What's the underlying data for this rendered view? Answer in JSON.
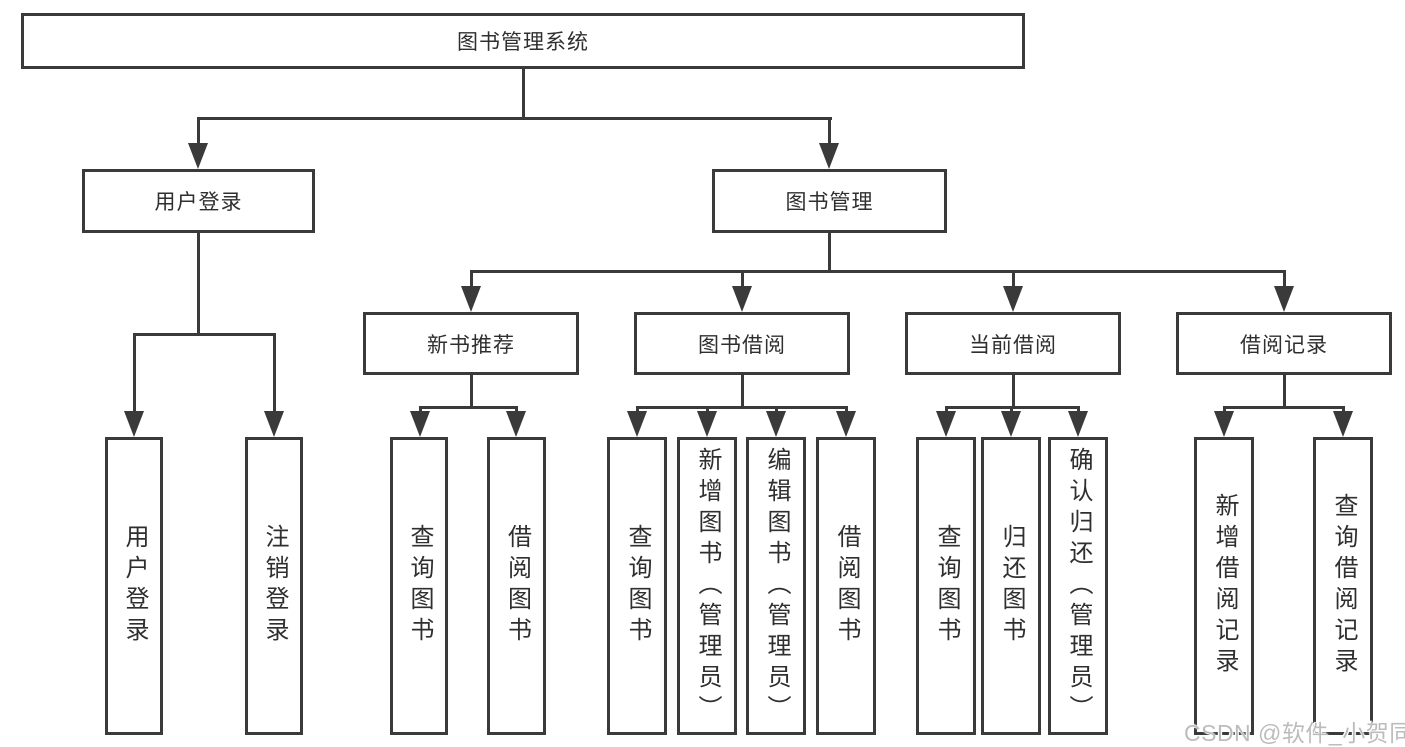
{
  "diagram": {
    "root_label": "图书管理系统",
    "level2": {
      "user_login": "用户登录",
      "book_mgmt": "图书管理"
    },
    "level3": {
      "new_book": "新书推荐",
      "book_borrow": "图书借阅",
      "current_borrow": "当前借阅",
      "borrow_records": "借阅记录"
    },
    "leaves": {
      "user_login": [
        "用户登录",
        "注销登录"
      ],
      "new_book": [
        "查询图书",
        "借阅图书"
      ],
      "book_borrow": [
        "查询图书",
        "新增图书（管理员）",
        "编辑图书（管理员）",
        "借阅图书"
      ],
      "current_borrow": [
        "查询图书",
        "归还图书",
        "确认归还（管理员）"
      ],
      "borrow_records": [
        "新增借阅记录",
        "查询借阅记录"
      ]
    },
    "watermark": "CSDN @软件_小贺同学",
    "colors": {
      "line": "#3a3a3a",
      "text": "#2f2f2f",
      "watermark": "#bcbcbc",
      "background": "#ffffff"
    }
  }
}
